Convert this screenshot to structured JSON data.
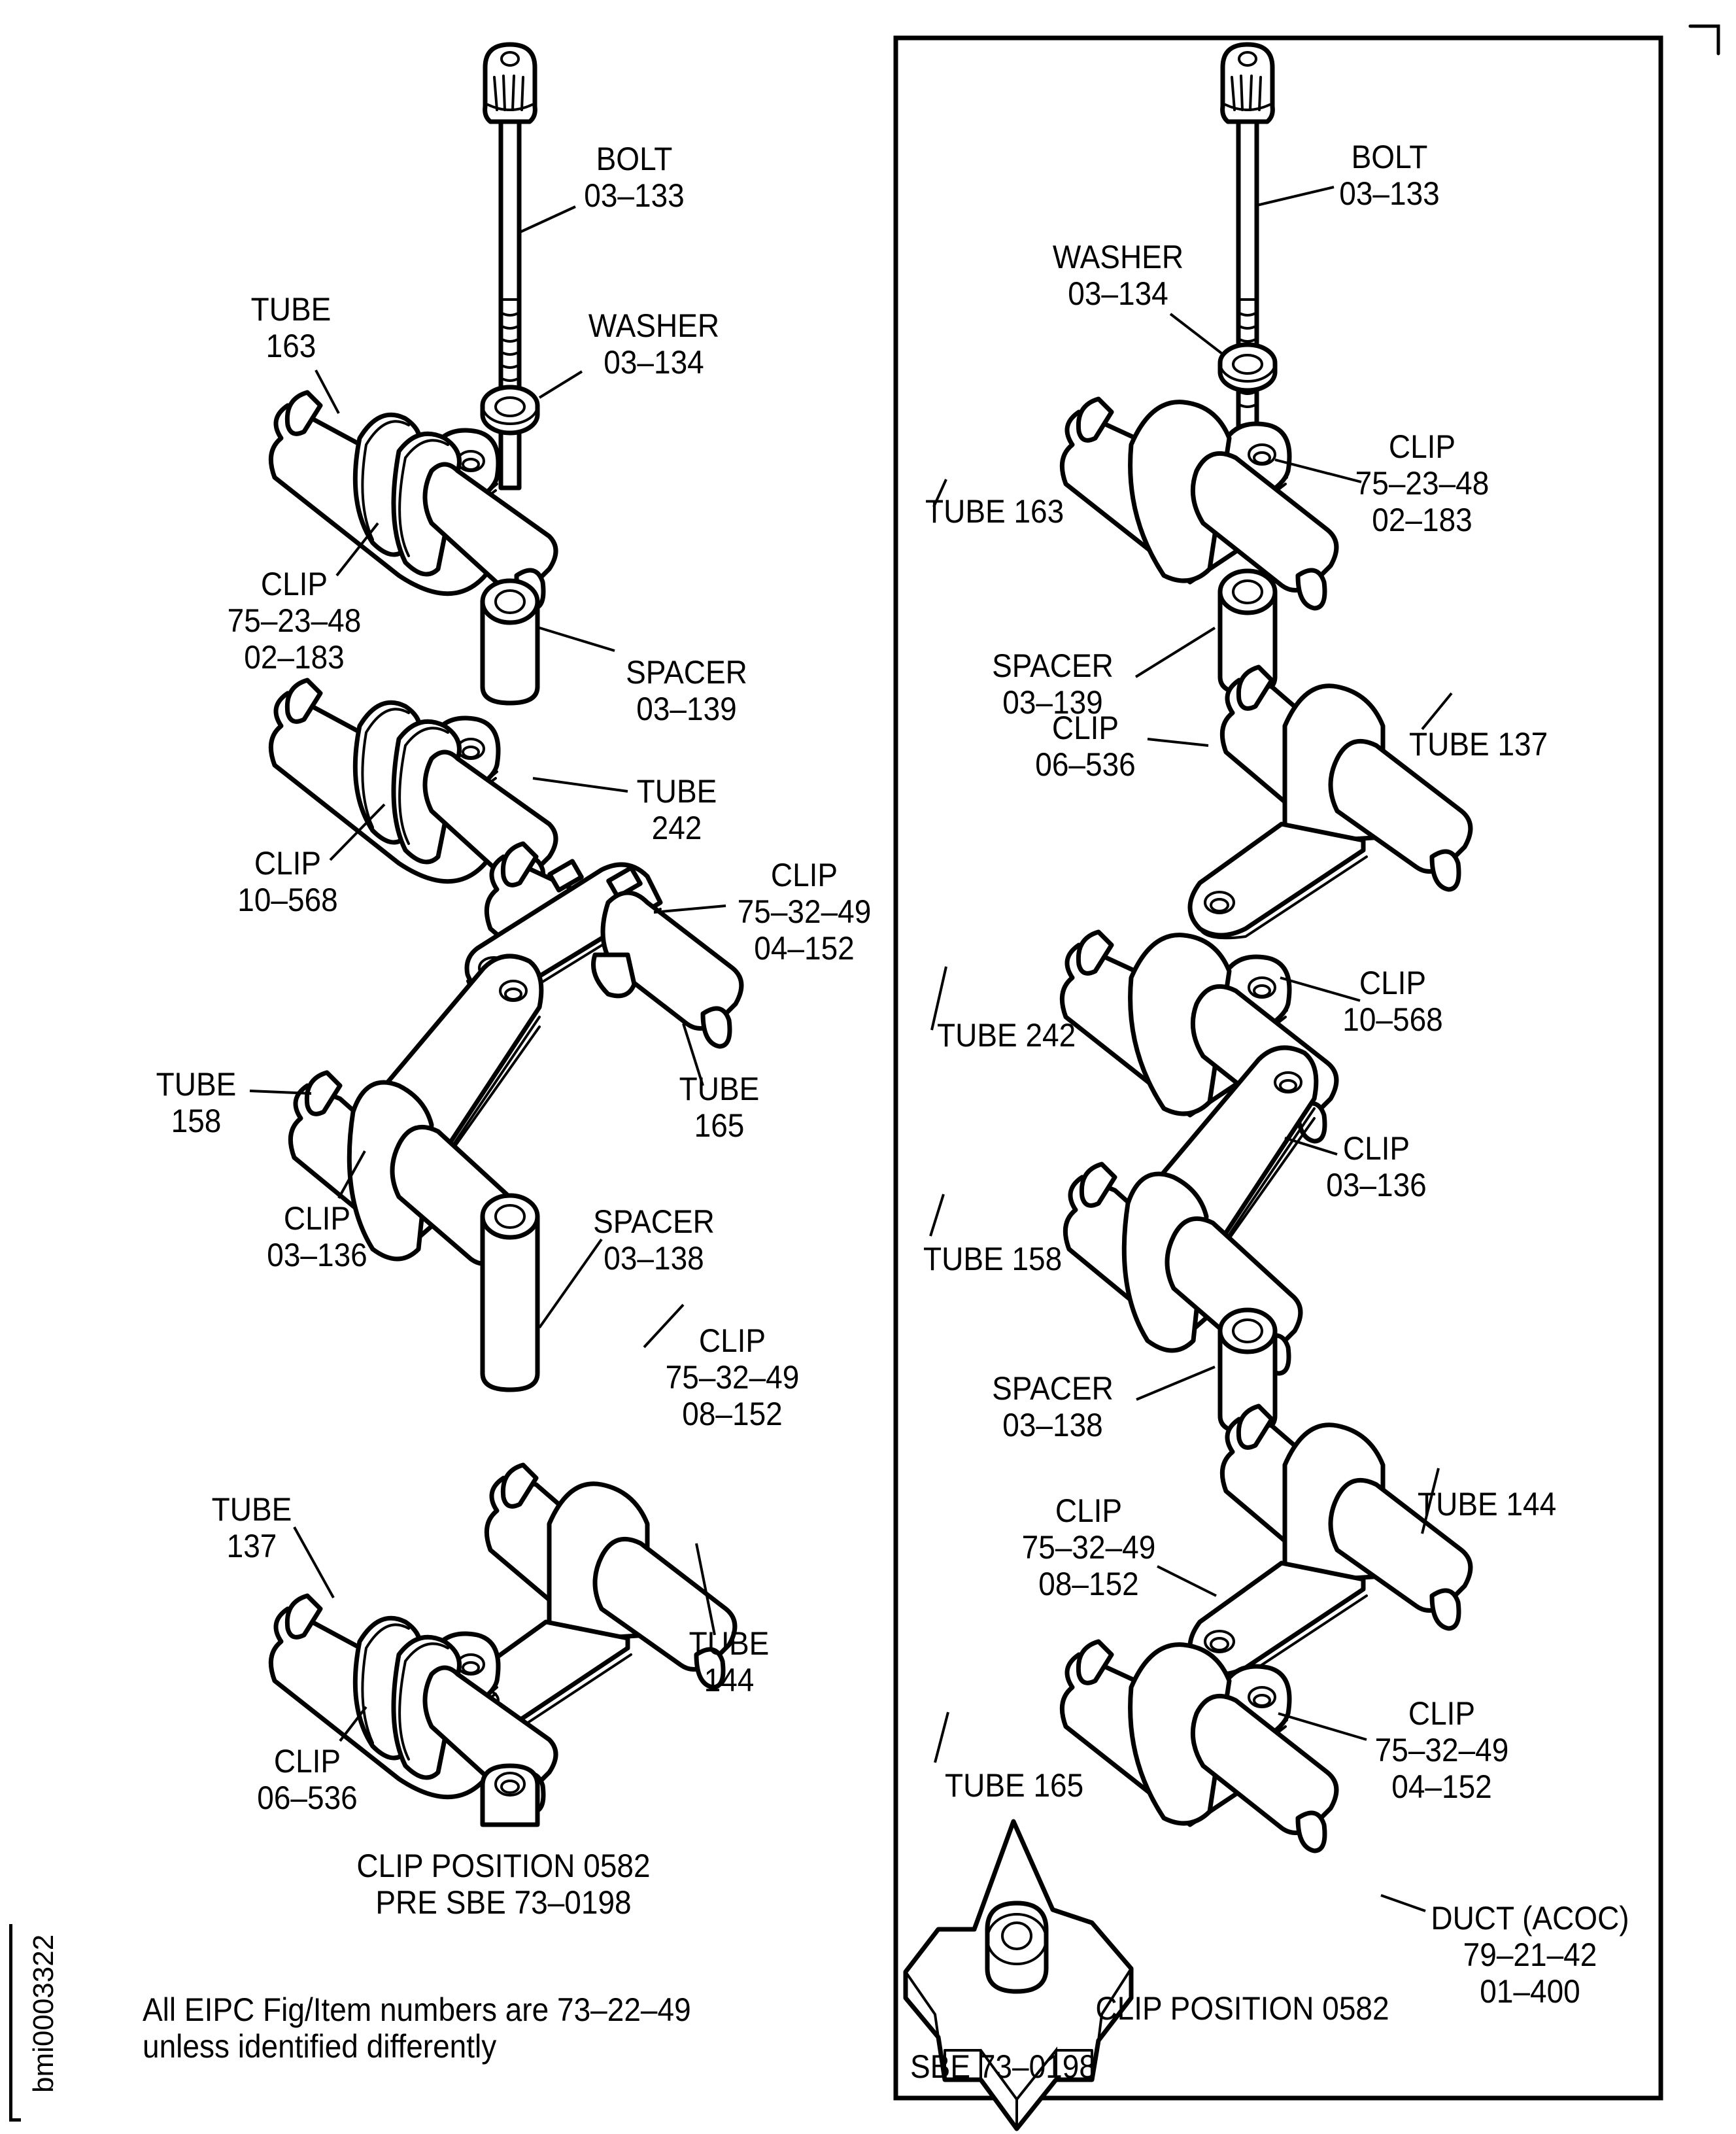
{
  "document": {
    "figure_id": "bmi0003322",
    "note_lines": [
      "All EIPC Fig/Item numbers are 73–22–49",
      "unless identified differently"
    ]
  },
  "left_panel": {
    "caption_lines": [
      "CLIP POSITION 0582",
      "PRE SBE 73–0198"
    ],
    "callouts": [
      {
        "id": "bolt",
        "lines": [
          "BOLT",
          "03–133"
        ]
      },
      {
        "id": "washer",
        "lines": [
          "WASHER",
          "03–134"
        ]
      },
      {
        "id": "tube-163",
        "lines": [
          "TUBE",
          "163"
        ]
      },
      {
        "id": "clip-02-183",
        "lines": [
          "CLIP",
          "75–23–48",
          "02–183"
        ]
      },
      {
        "id": "spacer-03-139",
        "lines": [
          "SPACER",
          "03–139"
        ]
      },
      {
        "id": "tube-242",
        "lines": [
          "TUBE",
          "242"
        ]
      },
      {
        "id": "clip-10-568",
        "lines": [
          "CLIP",
          "10–568"
        ]
      },
      {
        "id": "clip-04-152",
        "lines": [
          "CLIP",
          "75–32–49",
          "04–152"
        ]
      },
      {
        "id": "tube-158",
        "lines": [
          "TUBE",
          "158"
        ]
      },
      {
        "id": "tube-165",
        "lines": [
          "TUBE",
          "165"
        ]
      },
      {
        "id": "clip-03-136",
        "lines": [
          "CLIP",
          "03–136"
        ]
      },
      {
        "id": "spacer-03-138",
        "lines": [
          "SPACER",
          "03–138"
        ]
      },
      {
        "id": "clip-08-152",
        "lines": [
          "CLIP",
          "75–32–49",
          "08–152"
        ]
      },
      {
        "id": "tube-137",
        "lines": [
          "TUBE",
          "137"
        ]
      },
      {
        "id": "tube-144",
        "lines": [
          "TUBE",
          "144"
        ]
      },
      {
        "id": "clip-06-536",
        "lines": [
          "CLIP",
          "06–536"
        ]
      }
    ]
  },
  "right_panel": {
    "frame_label": "SBE 73–0198",
    "caption": "CLIP POSITION 0582",
    "callouts": [
      {
        "id": "bolt",
        "lines": [
          "BOLT",
          "03–133"
        ]
      },
      {
        "id": "washer",
        "lines": [
          "WASHER",
          "03–134"
        ]
      },
      {
        "id": "clip-02-183",
        "lines": [
          "CLIP",
          "75–23–48",
          "02–183"
        ]
      },
      {
        "id": "tube-163",
        "lines": [
          "TUBE 163"
        ]
      },
      {
        "id": "spacer-03-139",
        "lines": [
          "SPACER",
          "03–139"
        ]
      },
      {
        "id": "tube-137",
        "lines": [
          "TUBE 137"
        ]
      },
      {
        "id": "clip-06-536",
        "lines": [
          "CLIP",
          "06–536"
        ]
      },
      {
        "id": "clip-10-568",
        "lines": [
          "CLIP",
          "10–568"
        ]
      },
      {
        "id": "tube-242",
        "lines": [
          "TUBE 242"
        ]
      },
      {
        "id": "clip-03-136",
        "lines": [
          "CLIP",
          "03–136"
        ]
      },
      {
        "id": "tube-158",
        "lines": [
          "TUBE 158"
        ]
      },
      {
        "id": "spacer-03-138",
        "lines": [
          "SPACER",
          "03–138"
        ]
      },
      {
        "id": "tube-144",
        "lines": [
          "TUBE 144"
        ]
      },
      {
        "id": "clip-08-152",
        "lines": [
          "CLIP",
          "75–32–49",
          "08–152"
        ]
      },
      {
        "id": "clip-04-152",
        "lines": [
          "CLIP",
          "75–32–49",
          "04–152"
        ]
      },
      {
        "id": "tube-165",
        "lines": [
          "TUBE 165"
        ]
      },
      {
        "id": "duct",
        "lines": [
          "DUCT (ACOC)",
          "79–21–42",
          "01–400"
        ]
      }
    ]
  }
}
